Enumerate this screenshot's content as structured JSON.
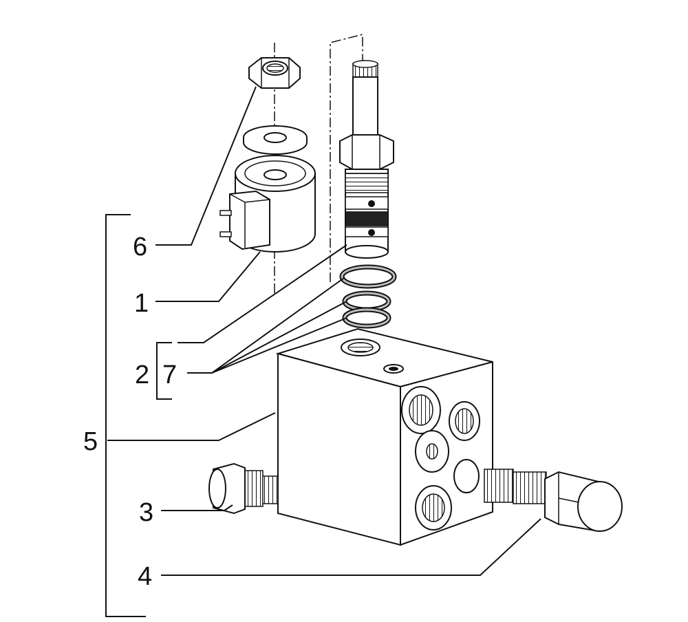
{
  "callouts": [
    {
      "id": "1",
      "text": "1"
    },
    {
      "id": "2",
      "text": "2"
    },
    {
      "id": "3",
      "text": "3"
    },
    {
      "id": "4",
      "text": "4"
    },
    {
      "id": "5",
      "text": "5"
    },
    {
      "id": "6",
      "text": "6"
    },
    {
      "id": "7",
      "text": "7"
    }
  ],
  "colors": {
    "ink": "#111111",
    "paper": "#ffffff",
    "shade": "#bdbdbd"
  }
}
